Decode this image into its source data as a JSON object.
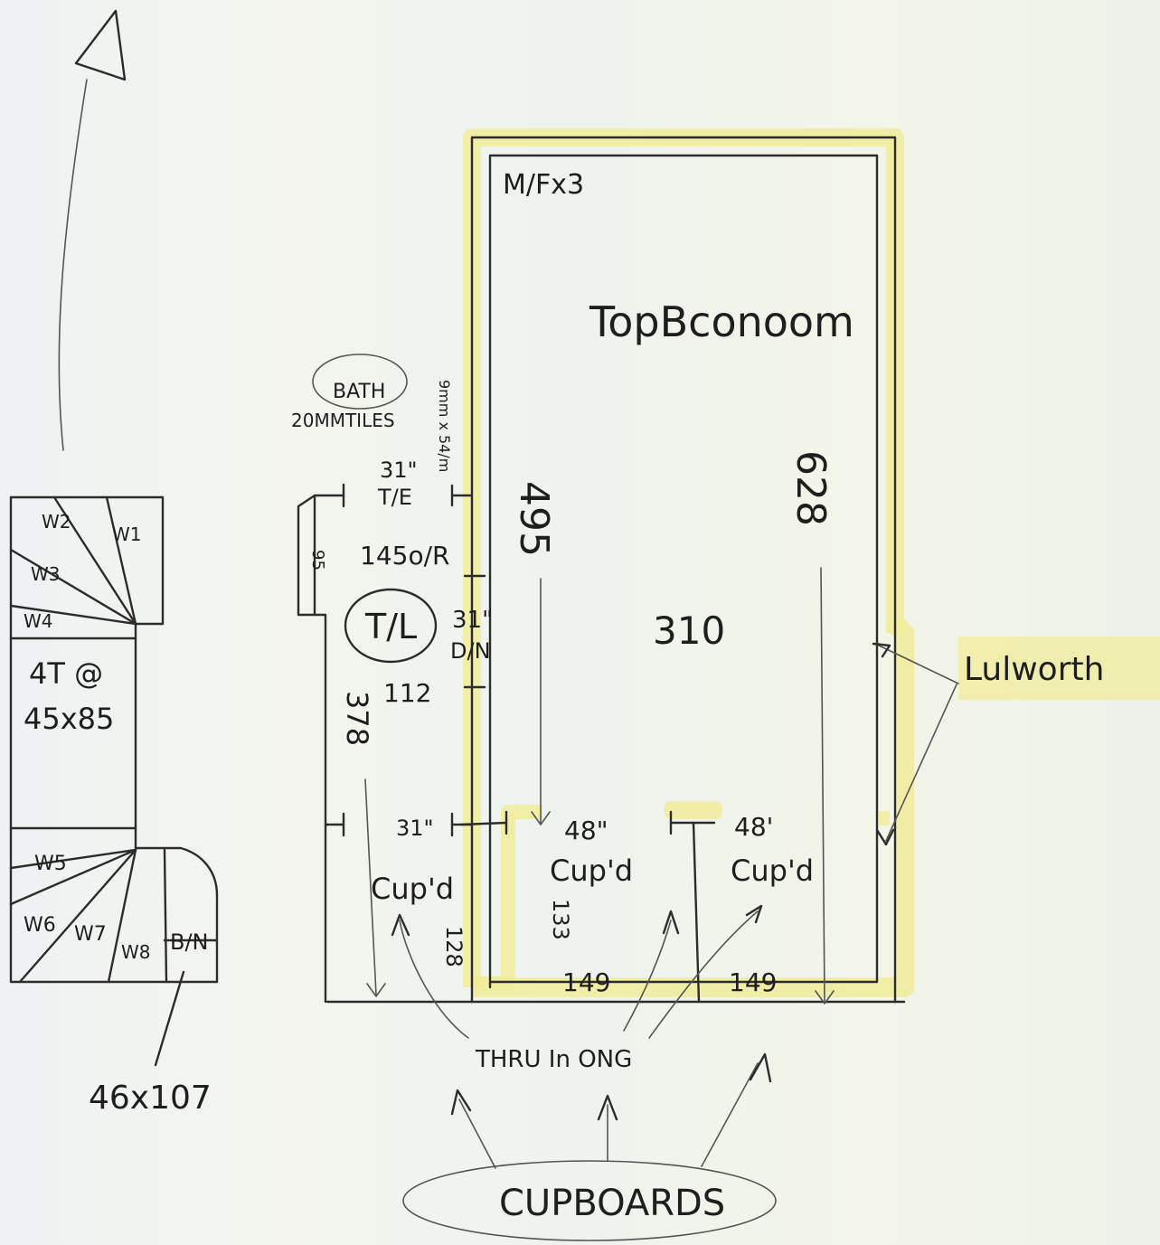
{
  "room": {
    "title": "TopBconoom",
    "fixings": "M/Fx3",
    "width": "310",
    "length_inner": "495",
    "length_outer": "628"
  },
  "bath": {
    "label": "BATH",
    "tiles": "20MMTILES",
    "tile_note": "9mm x 54/m"
  },
  "landing": {
    "door_top_width": "31\"",
    "door_top_note": "T/E",
    "depth": "145o/R",
    "small_dim": "95",
    "tl_label": "T/L",
    "door_mid_width": "31\"",
    "door_mid_note": "D/N",
    "mid_dim": "112",
    "length": "378",
    "door_low_width": "31\"",
    "cupd": "Cup'd",
    "low_dim": "128"
  },
  "cupboards_row": {
    "left_width": "48\"",
    "left_label": "Cup'd",
    "left_depth": "133",
    "left_base": "149",
    "right_width": "48'",
    "right_label": "Cup'd",
    "right_base": "149"
  },
  "stairs": {
    "winders": [
      "W1",
      "W2",
      "W3",
      "W4",
      "W5",
      "W6",
      "W7",
      "W8"
    ],
    "treads": "4T @",
    "tread_size": "45x85",
    "bn": "B/N",
    "bn_size": "46x107"
  },
  "notes": {
    "lulworth": "Lulworth",
    "thru": "THRU In ONG",
    "cupboards": "CUPBOARDS"
  },
  "colors": {
    "highlight": "#f0ec9a",
    "ink": "#2c2c2c"
  }
}
